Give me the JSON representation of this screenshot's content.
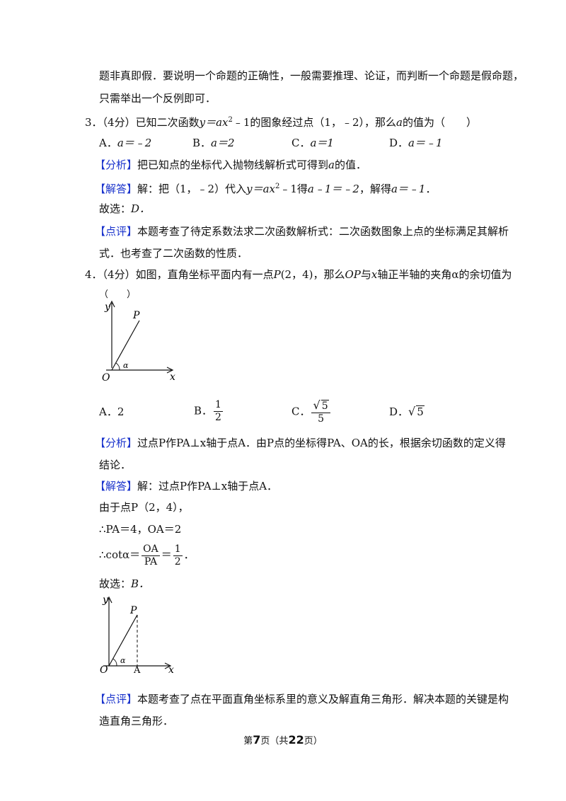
{
  "intro": {
    "line1": "题非真即假．要说明一个命题的正确性，一般需要推理、论证，而判断一个命题是假命题，",
    "line2": "只需举出一个反例即可．"
  },
  "q3": {
    "num": "3．",
    "points": "（4分）已知二次函数",
    "func_a": "y＝ax",
    "func_exp": "2",
    "func_b": "﹣1的图象经过点（1，﹣2），那么",
    "var_a": "a",
    "tail": "的值为（　　）",
    "options": [
      {
        "label": "A．",
        "value": "a＝﹣2"
      },
      {
        "label": "B．",
        "value": "a＝2"
      },
      {
        "label": "C．",
        "value": "a＝1"
      },
      {
        "label": "D．",
        "value": "a＝﹣1"
      }
    ],
    "analysis_tag": "【分析】",
    "analysis_text_a": "把已知点的坐标代入抛物线解析式可得到",
    "analysis_var": "a",
    "analysis_text_b": "的值．",
    "answer_tag": "【解答】",
    "answer_pre": "解：把（1，﹣2）代入",
    "answer_func": "y＝ax",
    "answer_exp": "2",
    "answer_post": "﹣1得",
    "answer_eq1": "a﹣1＝﹣2",
    "answer_mid": "，解得",
    "answer_eq2": "a＝﹣1",
    "answer_end": "．",
    "choice_label": "故选：",
    "choice": "D．",
    "comment_tag": "【点评】",
    "comment_line1": "本题考查了待定系数法求二次函数解析式：二次函数图象上点的坐标满足其解析",
    "comment_line2": "式．也考查了二次函数的性质．"
  },
  "q4": {
    "num": "4．",
    "stem_a": "（4分）如图，直角坐标平面内有一点",
    "point_p": "P",
    "stem_coord": "(2，4)",
    "stem_b": "，那么",
    "op": "OP",
    "stem_c": "与",
    "x_var": "x",
    "stem_d": "轴正半轴的夹角α的余切值为",
    "paren": "（　　）",
    "figure1": {
      "y": "y",
      "x": "x",
      "o": "O",
      "p": "P",
      "alpha": "α"
    },
    "optA_label": "A．",
    "optA_value": "2",
    "optB_label": "B．",
    "optB_num": "1",
    "optB_den": "2",
    "optC_label": "C．",
    "optC_sqrt": "√",
    "optC_rad": "5",
    "optC_den": "5",
    "optD_label": "D．",
    "optD_sqrt": "√",
    "optD_rad": "5",
    "analysis_tag": "【分析】",
    "analysis_line1": "过点P作PA⊥x轴于点A．由P点的坐标得PA、OA的长，根据余切函数的定义得",
    "analysis_line2": "结论．",
    "answer_tag": "【解答】",
    "answer_text": "解：过点P作PA⊥x轴于点A．",
    "since": "由于点P（2，4），",
    "therefore1": "∴PA＝4，OA＝2",
    "cot_pre": "∴cotα＝",
    "cot_num1": "OA",
    "cot_den1": "PA",
    "cot_eq": "＝",
    "cot_num2": "1",
    "cot_den2": "2",
    "cot_end": "．",
    "choice_label": "故选：",
    "choice": "B．",
    "figure2": {
      "y": "y",
      "x": "x",
      "o": "O",
      "p": "P",
      "alpha": "α",
      "a": "A"
    },
    "comment_tag": "【点评】",
    "comment_line1": "本题考查了点在平面直角坐标系里的意义及解直角三角形．解决本题的关键是构",
    "comment_line2": "造直角三角形．"
  },
  "footer": {
    "pre": "第",
    "page": "7",
    "mid": "页（共",
    "total": "22",
    "post": "页）"
  }
}
